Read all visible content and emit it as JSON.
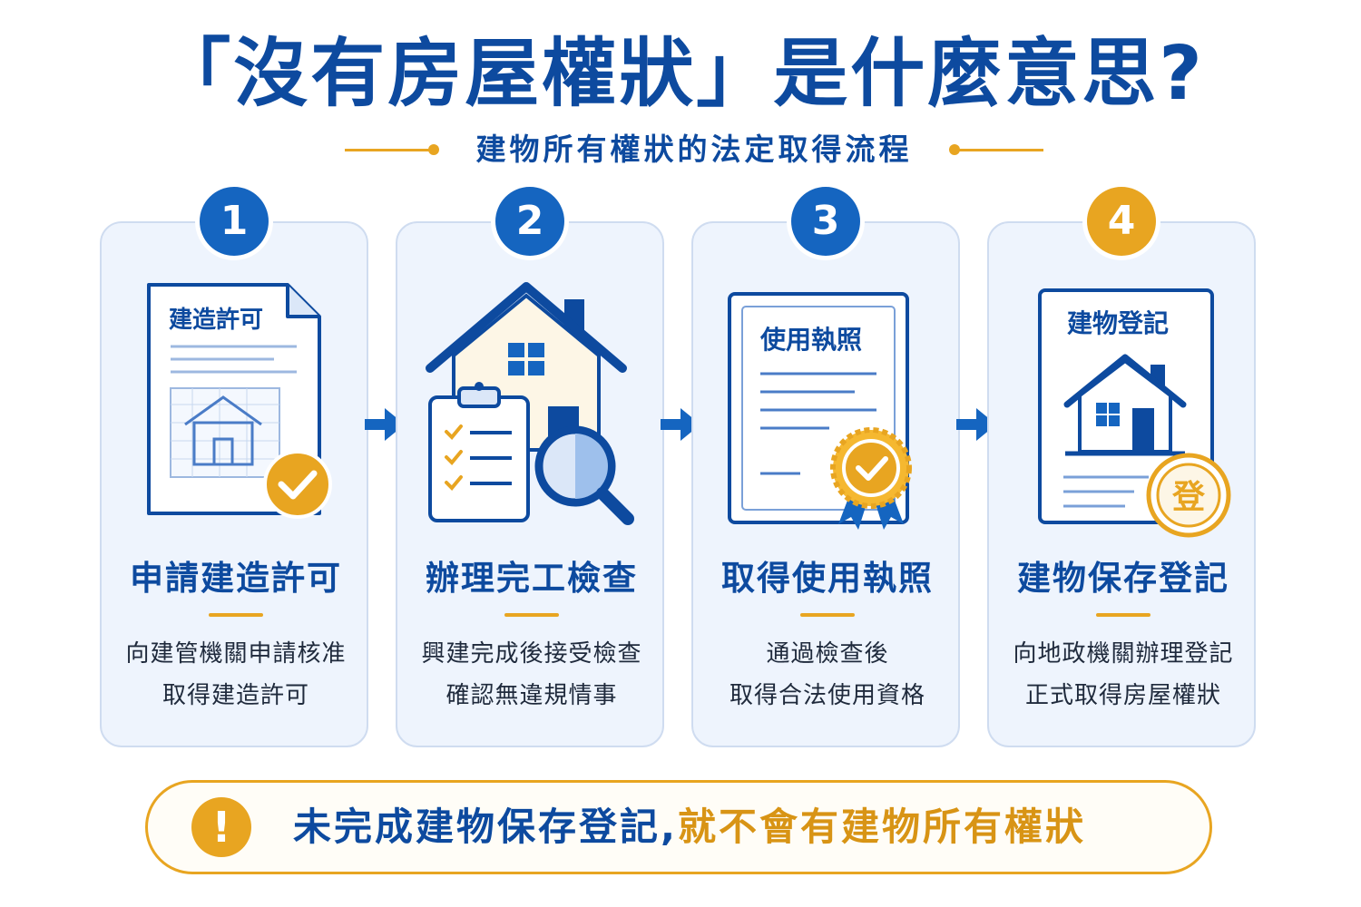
{
  "title": "「沒有房屋權狀」是什麼意思?",
  "subtitle": "建物所有權狀的法定取得流程",
  "colors": {
    "primary": "#0d4a9f",
    "accent": "#e8a521",
    "card_bg": "#eef4fd"
  },
  "steps": [
    {
      "number": "1",
      "icon": "building-permit-document-icon",
      "doc_label": "建造許可",
      "title": "申請建造許可",
      "desc": [
        "向建管機關申請核准",
        "取得建造許可"
      ]
    },
    {
      "number": "2",
      "icon": "house-inspection-clipboard-icon",
      "title": "辦理完工檢查",
      "desc": [
        "興建完成後接受檢查",
        "確認無違規情事"
      ]
    },
    {
      "number": "3",
      "icon": "usage-license-certificate-icon",
      "doc_label": "使用執照",
      "title": "取得使用執照",
      "desc": [
        "通過檢查後",
        "取得合法使用資格"
      ]
    },
    {
      "number": "4",
      "icon": "building-registration-document-icon",
      "doc_label": "建物登記",
      "seal_text": "登",
      "title": "建物保存登記",
      "desc": [
        "向地政機關辦理登記",
        "正式取得房屋權狀"
      ]
    }
  ],
  "bottom_note": {
    "icon": "warning-exclamation-icon",
    "exclamation": "!",
    "text_part1": "未完成建物保存登記,",
    "text_part2": "就不會有建物所有權狀"
  }
}
